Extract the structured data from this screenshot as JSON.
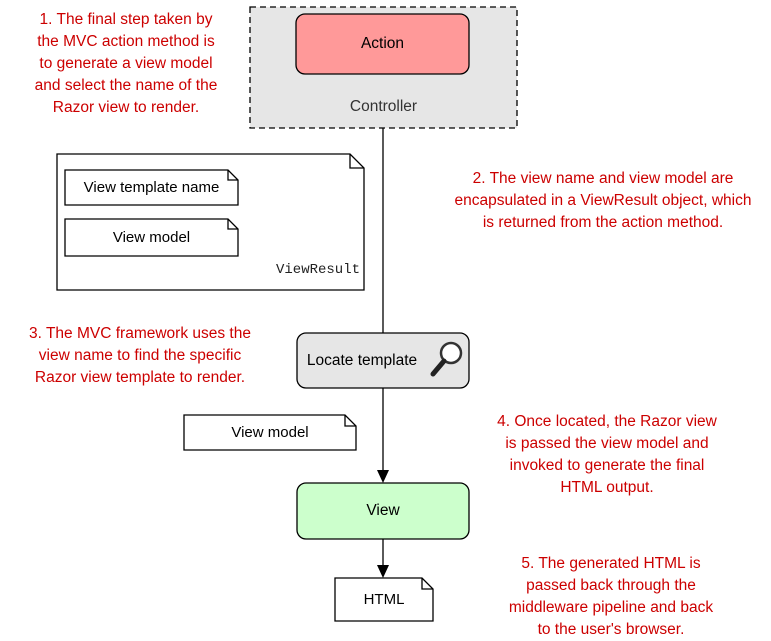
{
  "controller": {
    "label": "Controller",
    "action_label": "Action"
  },
  "view_result": {
    "label": "ViewResult",
    "doc1": "View template name",
    "doc2": "View model"
  },
  "locate": {
    "label": "Locate template",
    "icon": "magnifier-icon"
  },
  "view_model_doc": "View model",
  "view": {
    "label": "View"
  },
  "html_doc": "HTML",
  "notes": [
    "1. The final step taken by\nthe MVC action method is\nto generate a view model\nand select the name of the\nRazor view to render.",
    "2. The view name and view model are\nencapsulated in a ViewResult object, which\nis returned from the action method.",
    "3. The MVC framework uses the\nview name to find the specific\nRazor view template to render.",
    "4. Once located, the Razor view\nis passed the view model and\ninvoked to generate the final\nHTML output.",
    "5. The generated HTML is\npassed back through the\nmiddleware pipeline and back\nto the user's browser."
  ],
  "colors": {
    "note_text": "#cc0000",
    "action_fill": "#ff9999",
    "controller_fill": "#e6e6e6",
    "locate_fill": "#e6e6e6",
    "view_fill": "#ccffcc"
  }
}
